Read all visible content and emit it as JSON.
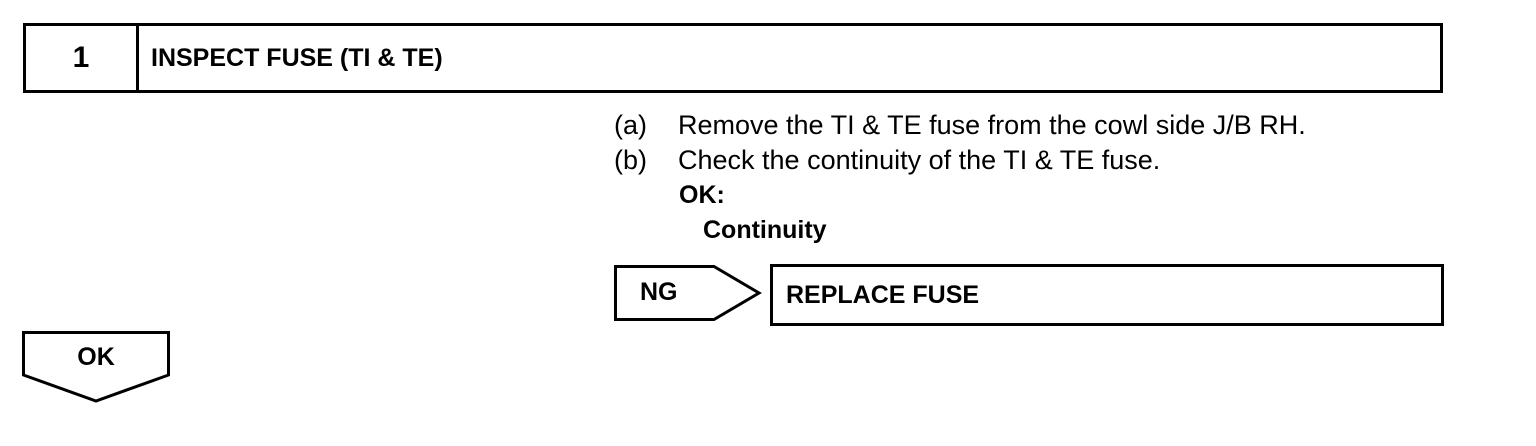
{
  "step": {
    "number": "1",
    "title": "INSPECT FUSE (TI & TE)"
  },
  "instructions": [
    {
      "marker": "(a)",
      "text": "Remove the TI & TE fuse from the cowl side J/B RH."
    },
    {
      "marker": "(b)",
      "text": "Check the continuity of the TI & TE fuse."
    }
  ],
  "result": {
    "ok_label": "OK:",
    "ok_value": "Continuity"
  },
  "ng_branch": {
    "label": "NG",
    "action": "REPLACE FUSE"
  },
  "ok_branch": {
    "label": "OK"
  }
}
